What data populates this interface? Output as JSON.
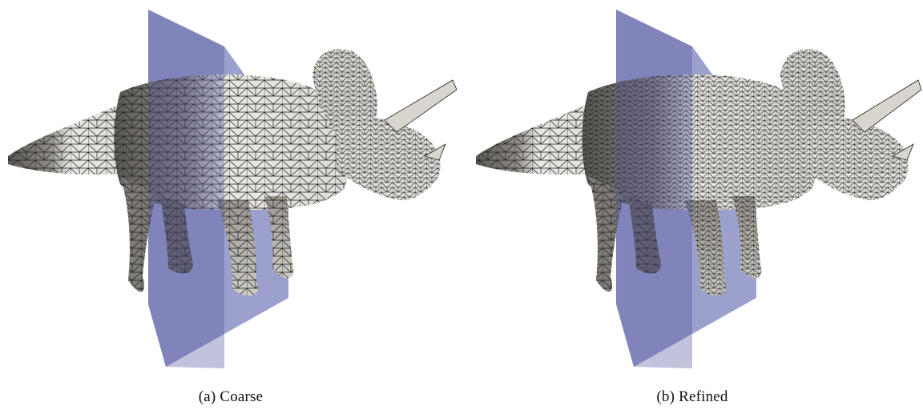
{
  "figure": {
    "panels": [
      {
        "caption": "(a) Coarse",
        "mesh_density": "coarse"
      },
      {
        "caption": "(b) Refined",
        "mesh_density": "refined"
      }
    ],
    "colors": {
      "cutting_plane": "#8b8fc4",
      "mesh_surface": "#e8e6e2",
      "mesh_shadow": "#8f8b86",
      "wireframe": "#1e1e1e"
    }
  }
}
